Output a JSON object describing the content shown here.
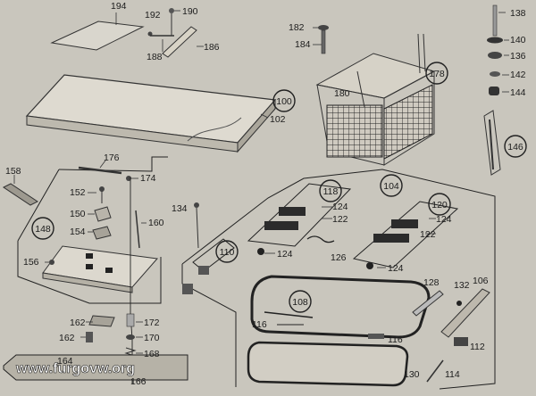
{
  "watermark": "www.furgovw.org",
  "callouts": {
    "c100": "100",
    "c104": "104",
    "c108": "108",
    "c110": "110",
    "c118": "118",
    "c120": "120",
    "c146": "146",
    "c148": "148",
    "c178": "178"
  },
  "labels": {
    "l102": "102",
    "l106": "106",
    "l112": "112",
    "l114": "114",
    "l116a": "116",
    "l116b": "116",
    "l122a": "122",
    "l122b": "122",
    "l124a": "124",
    "l124b": "124",
    "l124c": "124",
    "l124d": "124",
    "l126": "126",
    "l128": "128",
    "l130": "130",
    "l132": "132",
    "l134": "134",
    "l136": "136",
    "l138": "138",
    "l140": "140",
    "l142": "142",
    "l144": "144",
    "l150": "150",
    "l152": "152",
    "l154": "154",
    "l156": "156",
    "l158": "158",
    "l160": "160",
    "l162a": "162",
    "l162b": "162",
    "l164": "164",
    "l166": "166",
    "l168": "168",
    "l170": "170",
    "l172": "172",
    "l174": "174",
    "l176": "176",
    "l180": "180",
    "l182": "182",
    "l184": "184",
    "l186": "186",
    "l188": "188",
    "l190": "190",
    "l192": "192",
    "l194": "194"
  }
}
